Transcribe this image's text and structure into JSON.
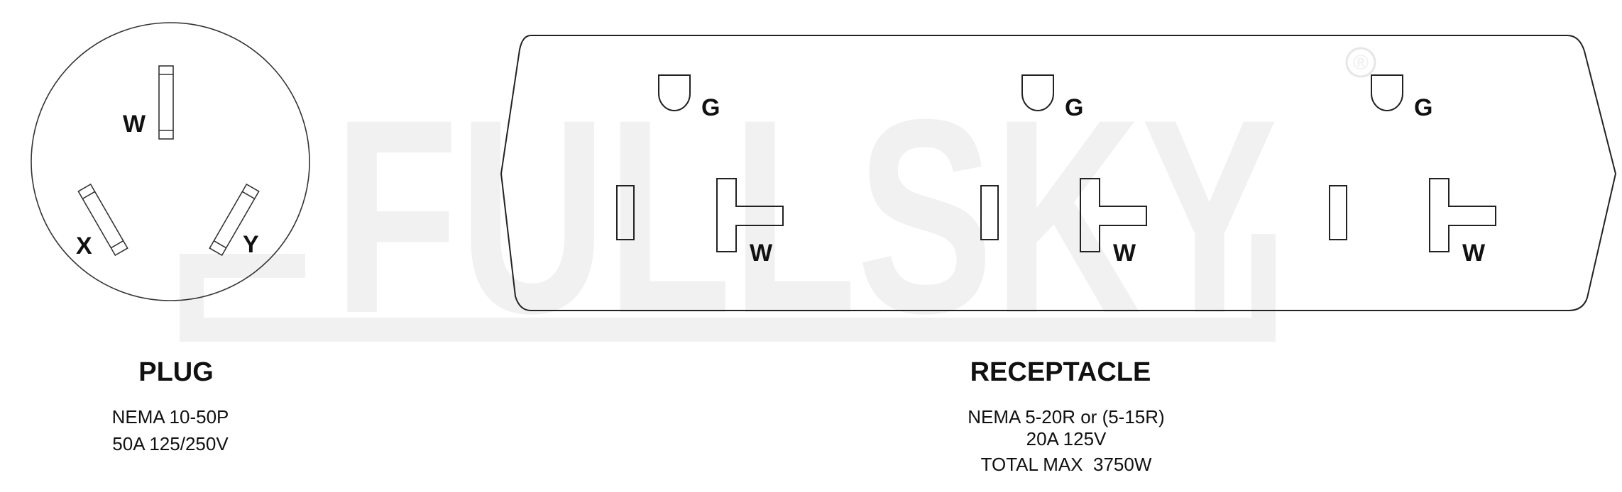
{
  "watermark": {
    "brand": "FULLSKY",
    "registered_mark": "®"
  },
  "plug": {
    "title": "PLUG",
    "spec_line_1": "NEMA 10-50P",
    "spec_line_2": "50A 125/250V",
    "pins": {
      "w": "W",
      "x": "X",
      "y": "Y"
    }
  },
  "receptacle": {
    "title": "RECEPTACLE",
    "spec_line_1": "NEMA 5-20R or (5-15R)",
    "spec_line_2": "20A 125V",
    "spec_line_3": "TOTAL MAX  3750W",
    "outlets": [
      {
        "ground_label": "G",
        "neutral_label": "W"
      },
      {
        "ground_label": "G",
        "neutral_label": "W"
      },
      {
        "ground_label": "G",
        "neutral_label": "W"
      }
    ]
  },
  "colors": {
    "line": "#222222",
    "text": "#111111",
    "watermark": "#f1f1f1"
  }
}
